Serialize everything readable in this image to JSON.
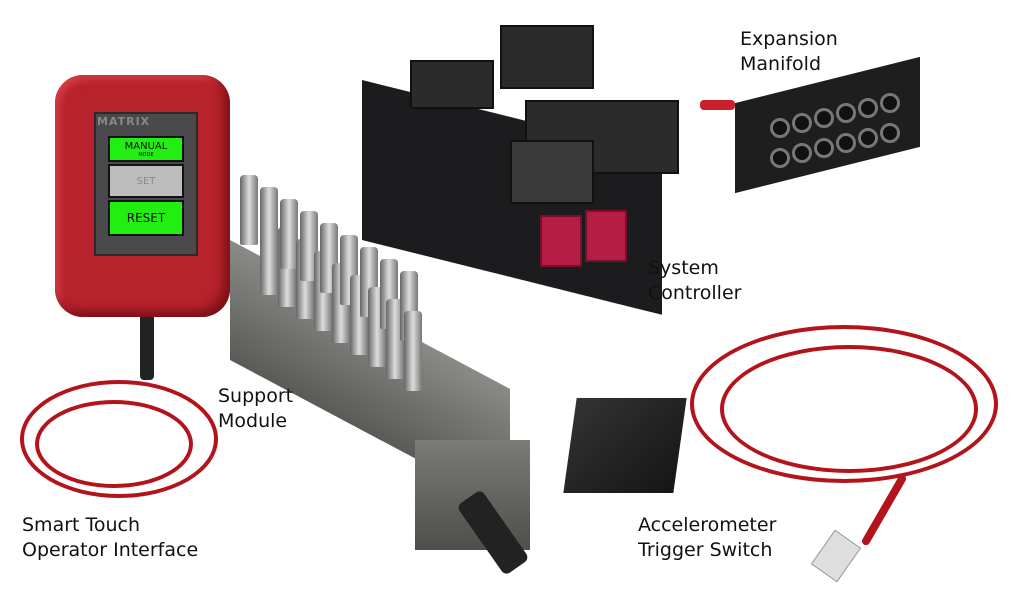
{
  "labels": {
    "expansion_manifold": "Expansion\nManifold",
    "system_controller": "System\nController",
    "support_module": "Support\nModule",
    "smart_touch": "Smart Touch\nOperator Interface",
    "accelerometer": "Accelerometer\nTrigger Switch"
  },
  "remote": {
    "brand": "MATRIX",
    "buttons": [
      {
        "label": "MANUAL",
        "sub": "MODE",
        "color": "#22ee11"
      },
      {
        "label": "SET",
        "color": "#bdbdbd"
      },
      {
        "label": "RESET",
        "color": "#22ee11"
      }
    ]
  },
  "colors": {
    "cable_red": "#b3141c",
    "device_red": "#b8222c",
    "rj45_port": "#b51d45"
  }
}
